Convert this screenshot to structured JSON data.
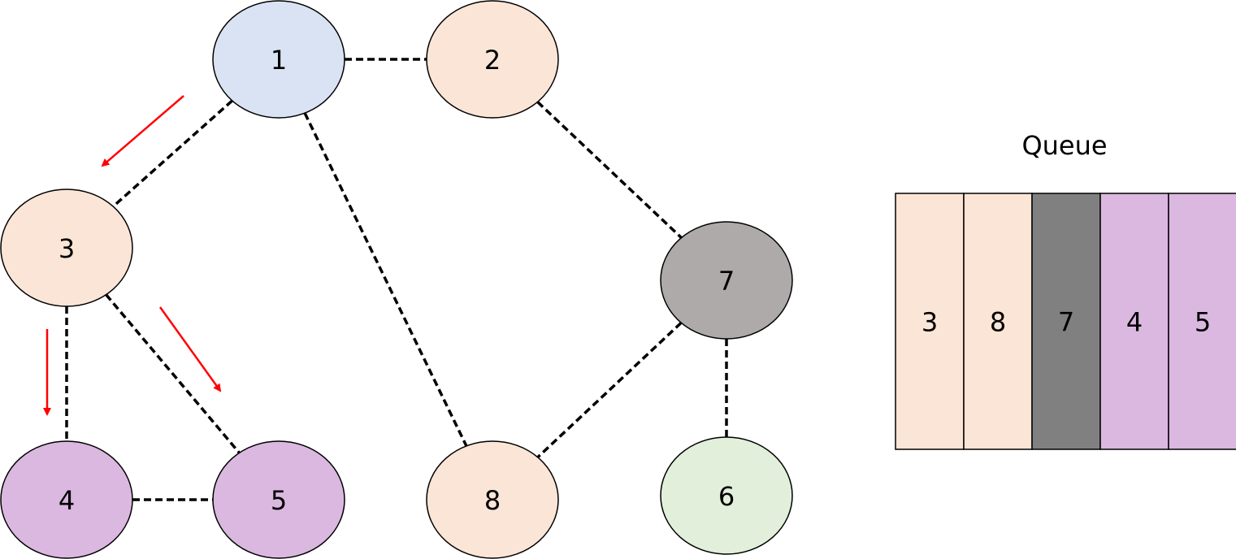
{
  "graph": {
    "nodes": [
      {
        "id": "1",
        "label": "1",
        "color": "#dae3f3"
      },
      {
        "id": "2",
        "label": "2",
        "color": "#fbe5d6"
      },
      {
        "id": "3",
        "label": "3",
        "color": "#fbe5d6"
      },
      {
        "id": "4",
        "label": "4",
        "color": "#dbb8e0"
      },
      {
        "id": "5",
        "label": "5",
        "color": "#dbb8e0"
      },
      {
        "id": "6",
        "label": "6",
        "color": "#e2efda"
      },
      {
        "id": "7",
        "label": "7",
        "color": "#aeaaaa"
      },
      {
        "id": "8",
        "label": "8",
        "color": "#fbe5d6"
      }
    ],
    "edges": [
      {
        "from": "1",
        "to": "2"
      },
      {
        "from": "1",
        "to": "3"
      },
      {
        "from": "1",
        "to": "8"
      },
      {
        "from": "2",
        "to": "7"
      },
      {
        "from": "3",
        "to": "4"
      },
      {
        "from": "3",
        "to": "5"
      },
      {
        "from": "4",
        "to": "5"
      },
      {
        "from": "7",
        "to": "8"
      },
      {
        "from": "7",
        "to": "6"
      }
    ],
    "traversal_arrows": [
      {
        "from": "1",
        "to": "3"
      },
      {
        "from": "3",
        "to": "4"
      },
      {
        "from": "3",
        "to": "5"
      }
    ],
    "arrow_color": "#ff0000"
  },
  "queue": {
    "title": "Queue",
    "items": [
      {
        "label": "3",
        "color": "#fbe5d6"
      },
      {
        "label": "8",
        "color": "#fbe5d6"
      },
      {
        "label": "7",
        "color": "#808080"
      },
      {
        "label": "4",
        "color": "#dbb8e0"
      },
      {
        "label": "5",
        "color": "#dbb8e0"
      }
    ]
  }
}
